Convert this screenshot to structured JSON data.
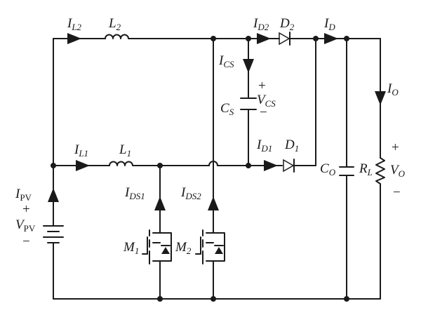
{
  "diagram": {
    "labels": {
      "IL2": [
        "I",
        "L2"
      ],
      "L2": [
        "L",
        "2"
      ],
      "ID2": [
        "I",
        "D2"
      ],
      "D2": [
        "D",
        "2"
      ],
      "ID": [
        "I",
        "D"
      ],
      "ICS": [
        "I",
        "CS"
      ],
      "CS": [
        "C",
        "S"
      ],
      "VCS": [
        "V",
        "CS"
      ],
      "IO": [
        "I",
        "O"
      ],
      "IL1": [
        "I",
        "L1"
      ],
      "L1": [
        "L",
        "1"
      ],
      "ID1": [
        "I",
        "D1"
      ],
      "D1": [
        "D",
        "1"
      ],
      "CO": [
        "C",
        "O"
      ],
      "RL": [
        "R",
        "L"
      ],
      "VO": [
        "V",
        "O"
      ],
      "IPV": [
        "I",
        "PV"
      ],
      "VPV": [
        "V",
        "PV"
      ],
      "IDS1": [
        "I",
        "DS1"
      ],
      "IDS2": [
        "I",
        "DS2"
      ],
      "M1": [
        "M",
        "1"
      ],
      "M2": [
        "M",
        "2"
      ]
    },
    "signs": {
      "plus": "+",
      "minus": "−"
    }
  }
}
